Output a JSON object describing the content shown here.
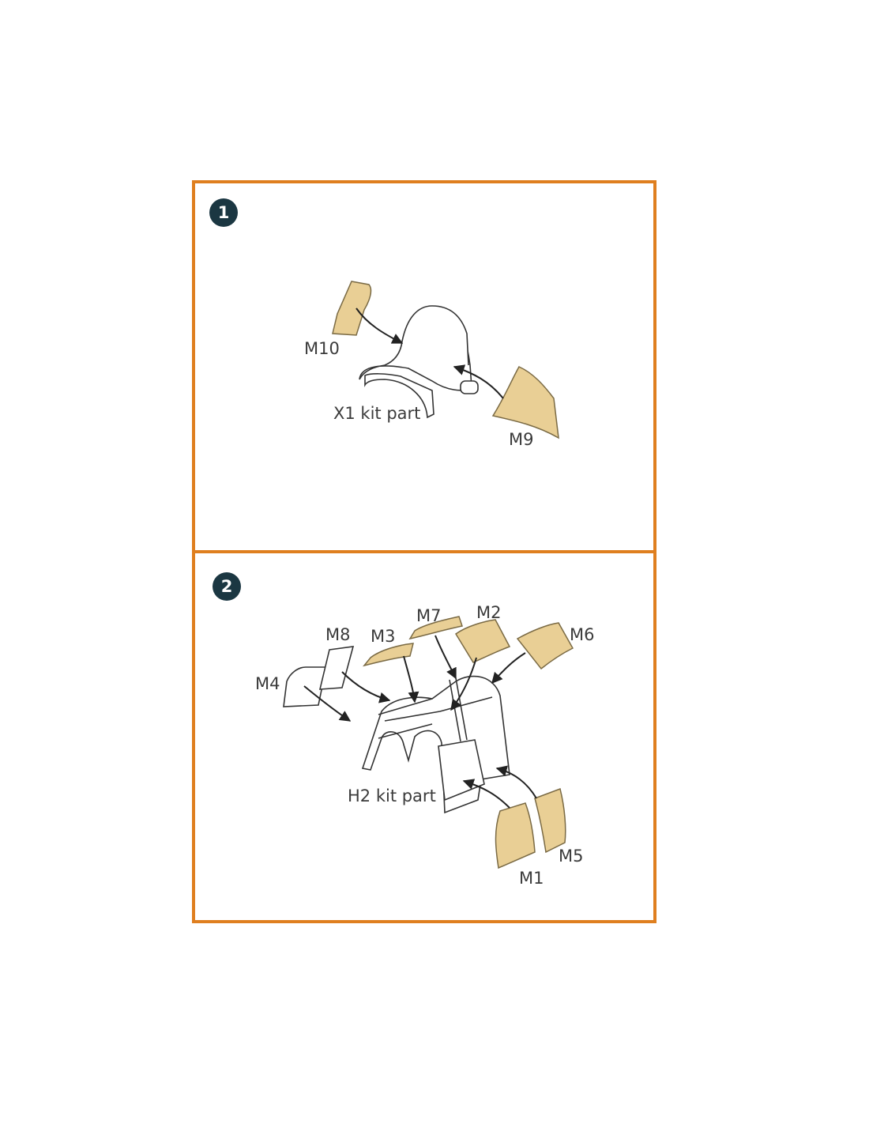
{
  "colors": {
    "frame": "#df7f1f",
    "badge": "#1b3742",
    "mask": "#e9cf95"
  },
  "steps": [
    {
      "number": "1",
      "labels": {
        "m10": "M10",
        "m9": "M9",
        "kit_part": "X1 kit part"
      }
    },
    {
      "number": "2",
      "labels": {
        "m8": "M8",
        "m3": "M3",
        "m7": "M7",
        "m2": "M2",
        "m6": "M6",
        "m4": "M4",
        "m5": "M5",
        "m1": "M1",
        "kit_part": "H2 kit part"
      }
    }
  ]
}
